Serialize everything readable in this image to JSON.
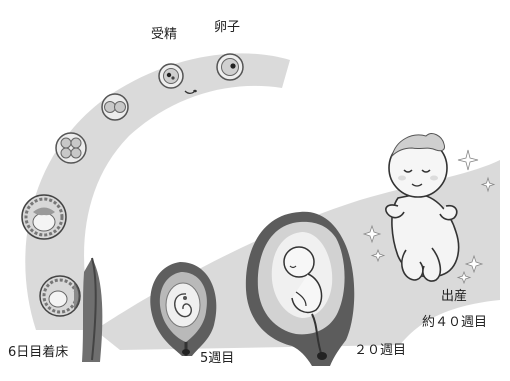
{
  "labels": {
    "fertilization": "受精",
    "egg": "卵子",
    "implantation": "6日目着床",
    "week5": "5週目",
    "week20": "２０週目",
    "birth_line1": "出産",
    "birth_line2": "約４０週目"
  },
  "icons": {
    "path_band": "developmental-path-band",
    "egg": "egg-cell-icon",
    "zygote": "fertilized-egg-icon",
    "cleavage_2": "two-cell-embryo-icon",
    "cleavage_4": "four-cell-embryo-icon",
    "blastocyst": "blastocyst-icon",
    "implanting": "implanting-embryo-icon",
    "fetus_5w": "five-week-embryo-icon",
    "fetus_20w": "twenty-week-fetus-icon",
    "newborn": "newborn-baby-icon",
    "sparkles": "sparkle-icons"
  },
  "colors": {
    "band": "#d4d4d4",
    "ink": "#333333",
    "uterus_dark": "#5a5a5a",
    "uterus_mid": "#8a8a8a",
    "fluid": "#f1f1f1",
    "skin": "#f2f2f2"
  }
}
